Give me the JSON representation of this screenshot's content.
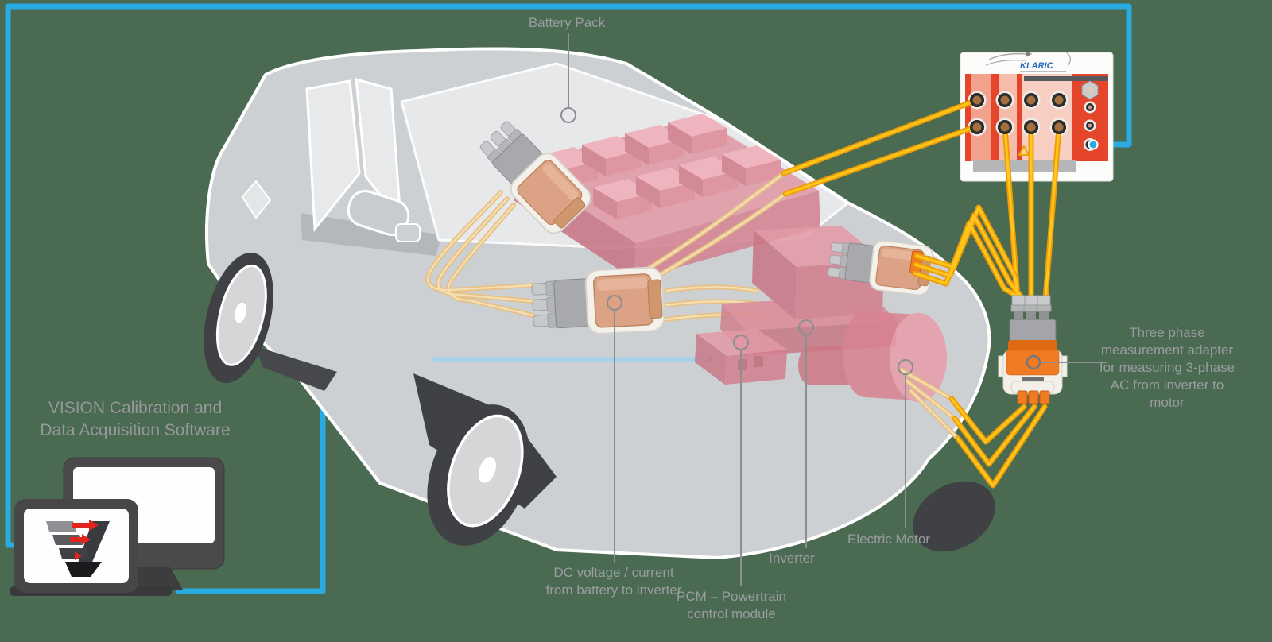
{
  "labels": {
    "battery_pack": "Battery Pack",
    "dc_voltage": "DC voltage / current\nfrom battery to inverter",
    "pcm": "PCM – Powertrain\ncontrol module",
    "inverter": "Inverter",
    "electric_motor": "Electric Motor",
    "three_phase": "Three phase\nmeasurement adapter\nfor measuring 3-phase\nAC from inverter to\nmotor",
    "software": "VISION Calibration and\nData Acquisition Software"
  },
  "device": {
    "brand": "KLARIC"
  },
  "colors": {
    "background_green": "#4A6A52",
    "accent_blue": "#29ABE2",
    "cable_orange": "#EE9C04",
    "cable_yellow": "#FFC61E",
    "device_red": "#E5462B",
    "component_pink": "#D98290",
    "adapter_orange": "#F07B22",
    "adapter_tan": "#DCA285",
    "label_gray": "#9A9CA0"
  }
}
